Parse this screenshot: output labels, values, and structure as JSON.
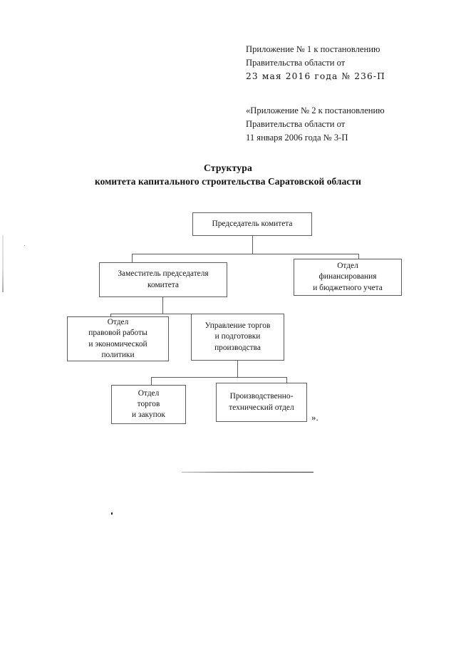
{
  "document": {
    "header_blocks": [
      {
        "name": "appendix-1-reference",
        "lines": [
          {
            "text": "Приложение № 1 к постановлению",
            "style": "normal"
          },
          {
            "text": "Правительства области от",
            "style": "normal"
          },
          {
            "text": "23 мая 2016 года № 236-П",
            "style": "stamped"
          }
        ]
      },
      {
        "name": "appendix-2-reference",
        "lines": [
          {
            "text": "«Приложение № 2 к постановлению",
            "style": "normal"
          },
          {
            "text": "Правительства области от",
            "style": "normal"
          },
          {
            "text": "11 января 2006 года № 3-П",
            "style": "normal"
          }
        ]
      }
    ],
    "title": {
      "line1": "Структура",
      "line2": "комитета капитального строительства Саратовской области"
    },
    "closing_quote": "»."
  },
  "chart_data": {
    "type": "diagram",
    "title": "Структура комитета капитального строительства Саратовской области",
    "nodes": [
      {
        "id": "chairman",
        "label": "Председатель комитета",
        "lines": [
          "Председатель комитета"
        ],
        "level": 1,
        "parent": null
      },
      {
        "id": "deputy-chairman",
        "label": "Заместитель председателя комитета",
        "lines": [
          "Заместитель председателя",
          "комитета"
        ],
        "level": 2,
        "parent": "chairman"
      },
      {
        "id": "finance-department",
        "label": "Отдел финансирования и бюджетного учета",
        "lines": [
          "Отдел",
          "финансирования",
          "и бюджетного учета"
        ],
        "level": 2,
        "parent": "chairman"
      },
      {
        "id": "legal-economic-department",
        "label": "Отдел правовой работы и экономической политики",
        "lines": [
          "Отдел",
          "правовой работы",
          "и экономической",
          "политики"
        ],
        "level": 3,
        "parent": "deputy-chairman"
      },
      {
        "id": "tenders-production-directorate",
        "label": "Управление торгов и подготовки производства",
        "lines": [
          "Управление торгов",
          "и подготовки",
          "производства"
        ],
        "level": 3,
        "parent": "deputy-chairman"
      },
      {
        "id": "tenders-procurement-department",
        "label": "Отдел торгов и закупок",
        "lines": [
          "Отдел",
          "торгов",
          "и закупок"
        ],
        "level": 4,
        "parent": "tenders-production-directorate"
      },
      {
        "id": "production-technical-department",
        "label": "Производственно-технический отдел",
        "lines": [
          "Производственно-",
          "технический отдел"
        ],
        "level": 4,
        "parent": "tenders-production-directorate"
      }
    ],
    "edges": [
      {
        "from": "chairman",
        "to": "deputy-chairman"
      },
      {
        "from": "chairman",
        "to": "finance-department"
      },
      {
        "from": "deputy-chairman",
        "to": "legal-economic-department"
      },
      {
        "from": "deputy-chairman",
        "to": "tenders-production-directorate"
      },
      {
        "from": "tenders-production-directorate",
        "to": "tenders-procurement-department"
      },
      {
        "from": "tenders-production-directorate",
        "to": "production-technical-department"
      }
    ]
  }
}
